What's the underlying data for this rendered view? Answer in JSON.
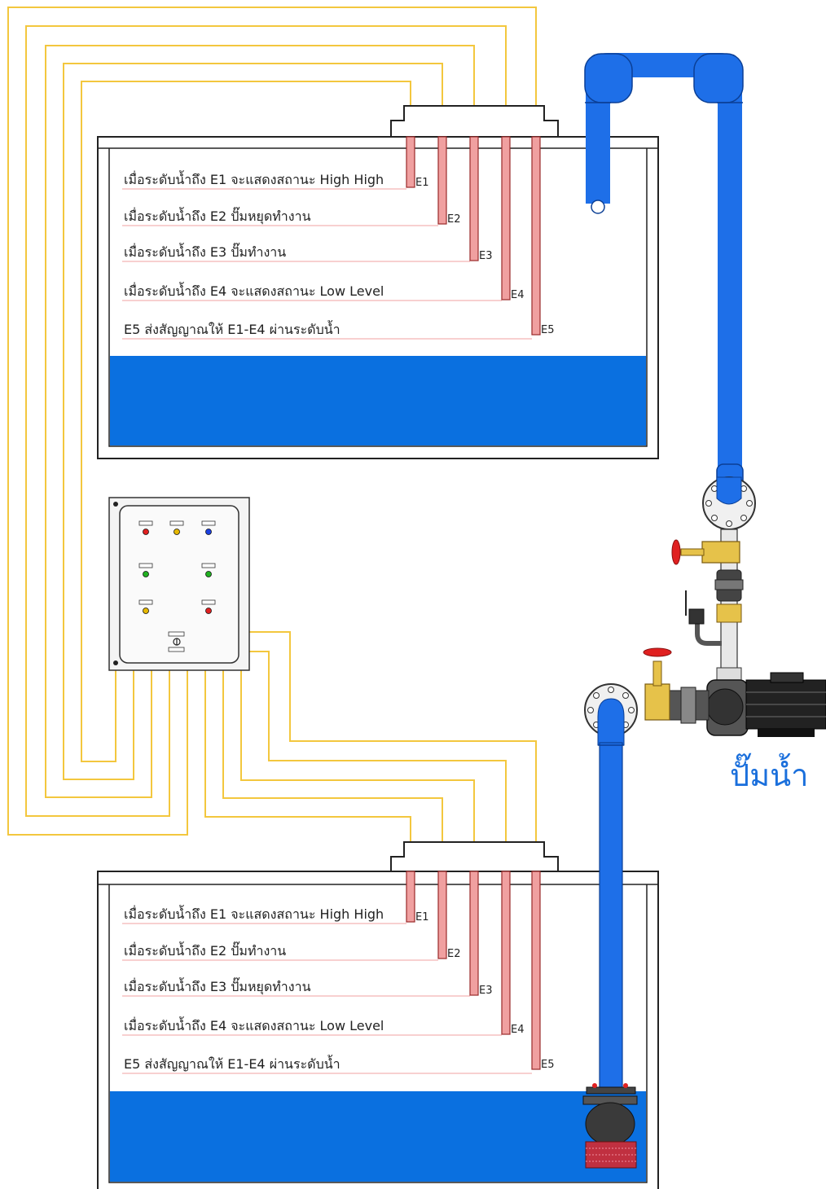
{
  "colors": {
    "water": "#0a70e0",
    "pipe": "#1e6fe8",
    "wire": "#f3c73e",
    "electrode": "#f0a0a0",
    "electrode_stroke": "#9a2a2a",
    "level_line": "#f2a0a0",
    "tank_stroke": "#222222",
    "valve_red": "#e02020",
    "fitting_gold": "#e6c24a"
  },
  "upper_tank": {
    "electrodes": [
      "E1",
      "E2",
      "E3",
      "E4",
      "E5"
    ],
    "rows": [
      "เมื่อระดับน้ำถึง E1 จะแสดงสถานะ High High",
      "เมื่อระดับน้ำถึง E2 ปั๊มหยุดทำงาน",
      "เมื่อระดับน้ำถึง E3 ปั๊มทำงาน",
      "เมื่อระดับน้ำถึง E4 จะแสดงสถานะ Low Level",
      "E5 ส่งสัญญาณให้ E1-E4 ผ่านระดับน้ำ"
    ]
  },
  "lower_tank": {
    "electrodes": [
      "E1",
      "E2",
      "E3",
      "E4",
      "E5"
    ],
    "rows": [
      "เมื่อระดับน้ำถึง E1 จะแสดงสถานะ High High",
      "เมื่อระดับน้ำถึง E2 ปั๊มทำงาน",
      "เมื่อระดับน้ำถึง E3 ปั๊มหยุดทำงาน",
      "เมื่อระดับน้ำถึง E4 จะแสดงสถานะ Low Level",
      "E5 ส่งสัญญาณให้ E1-E4 ผ่านระดับน้ำ"
    ]
  },
  "control_panel": {
    "lamps": [
      {
        "color": "#e02020"
      },
      {
        "color": "#e6b800"
      },
      {
        "color": "#1a40e0"
      },
      {
        "color": "#20b020"
      },
      {
        "color": "#20b020"
      },
      {
        "color": "#e6b800"
      },
      {
        "color": "#e02020"
      }
    ]
  },
  "pump_label": "ปั๊มน้ำ"
}
